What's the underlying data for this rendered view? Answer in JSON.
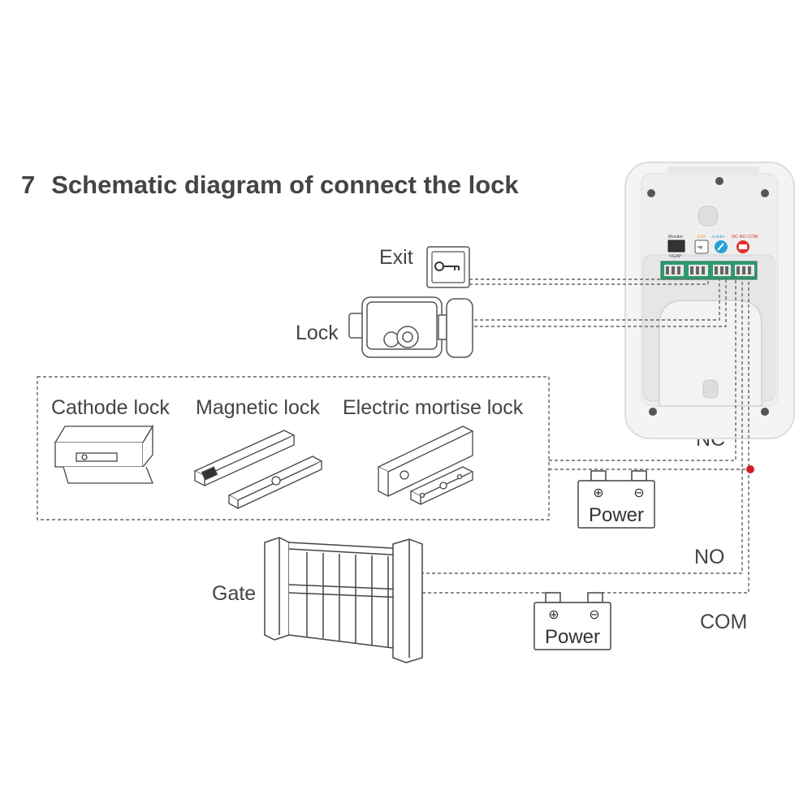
{
  "title": {
    "number": "7",
    "text": "Schematic diagram of connect the lock"
  },
  "labels": {
    "exit": "Exit",
    "lock": "Lock",
    "cathode_lock": "Cathode lock",
    "magnetic_lock": "Magnetic lock",
    "electric_mortise_lock": "Electric mortise lock",
    "gate": "Gate",
    "nc": "NC",
    "no": "NO",
    "com": "COM"
  },
  "power_supplies": [
    {
      "label": "Power",
      "positive": "⊕",
      "negative": "⊖"
    },
    {
      "label": "Power",
      "positive": "⊕",
      "negative": "⊖"
    }
  ],
  "panel": {
    "monitor": "Monitor",
    "vgap": "VGAP",
    "exit": "Exit",
    "lock": "-Lock+",
    "nc_no_com": "NC NO COM"
  },
  "colors": {
    "text": "#444444",
    "line": "#666666",
    "exit_label": "#e8a020",
    "lock_icon": "#2aa0d8",
    "relay_icon": "#e03030",
    "junction": "#d0202a"
  },
  "icons": {
    "exit_button": "key-icon",
    "lock_icon": "key-icon",
    "relay_icon": "relay-icon"
  }
}
